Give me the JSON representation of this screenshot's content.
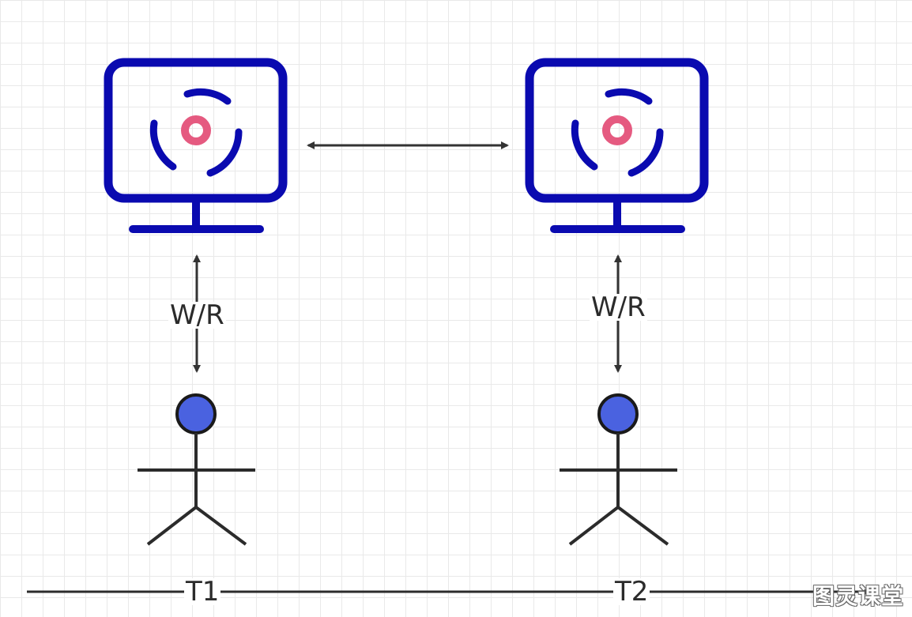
{
  "diagram": {
    "colors": {
      "monitor": "#0a0ab0",
      "target": "#e55a80",
      "arrow": "#333333",
      "person_head": "#4a62e0",
      "person_body": "#2b2b2b",
      "grid": "#e9e9e9"
    },
    "nodes": {
      "left": {
        "link_label": "W/R",
        "timeline_label": "T1"
      },
      "right": {
        "link_label": "W/R",
        "timeline_label": "T2"
      }
    },
    "watermark": "图灵课堂"
  }
}
